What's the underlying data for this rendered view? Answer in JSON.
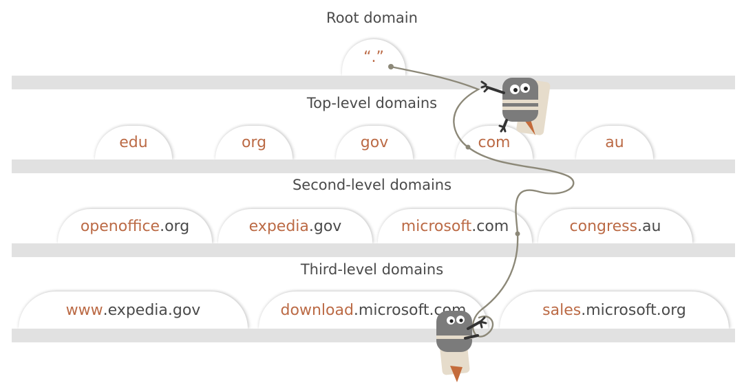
{
  "levels": {
    "root": {
      "title": "Root domain"
    },
    "top": {
      "title": "Top-level domains"
    },
    "second": {
      "title": "Second-level domains"
    },
    "third": {
      "title": "Third-level domains"
    }
  },
  "domains": {
    "root": {
      "highlight": "“.”"
    },
    "tld": [
      {
        "highlight": "edu"
      },
      {
        "highlight": "org"
      },
      {
        "highlight": "gov"
      },
      {
        "highlight": "com"
      },
      {
        "highlight": "au"
      }
    ],
    "sld": [
      {
        "highlight": "openoffice",
        "rest": ".org"
      },
      {
        "highlight": "expedia",
        "rest": ".gov"
      },
      {
        "highlight": "microsoft",
        "rest": ".com"
      },
      {
        "highlight": "congress",
        "rest": ".au"
      }
    ],
    "third": [
      {
        "highlight": "www",
        "rest": ".expedia.gov"
      },
      {
        "highlight": "download",
        "rest": ".microsoft.com"
      },
      {
        "highlight": "sales",
        "rest": ".microsoft.org"
      }
    ]
  },
  "colors": {
    "highlight": "#bb6a45",
    "text": "#4a4a4a",
    "shelf": "#e1e1e1",
    "rope": "#8c8878"
  },
  "illustration": {
    "characters": [
      "climber-robot-top",
      "climber-robot-bottom"
    ],
    "rope": "rope-line"
  }
}
